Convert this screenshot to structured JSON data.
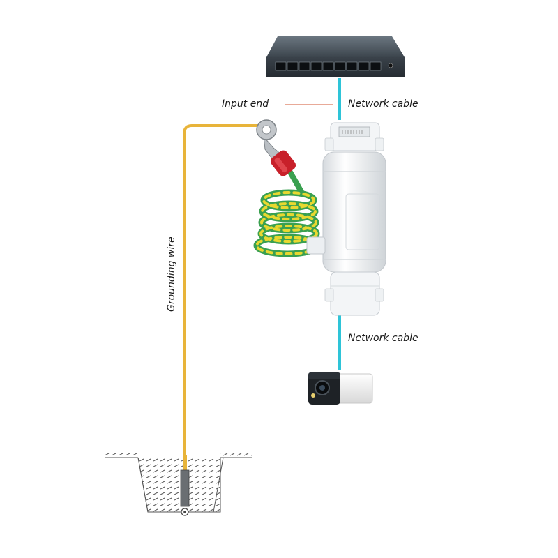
{
  "labels": {
    "input_end": "Input end",
    "network_cable_top": "Network cable",
    "network_cable_bottom": "Network cable",
    "grounding_wire": "Grounding wire"
  },
  "colors": {
    "network_cable": "#2ec4d8",
    "ground_wire": "#e8b43a",
    "leader_line": "#d9775a",
    "coil_yellow": "#e8d830",
    "coil_green": "#3aa050",
    "lug_red": "#c8202a",
    "switch_body": "#4a5560",
    "surge_body": "#f4f6f8",
    "camera_body": "#f2f2f2",
    "soil_lines": "#555555"
  },
  "icons": [
    "network-switch-icon",
    "surge-protector-icon",
    "ring-terminal-icon",
    "coiled-ground-wire-icon",
    "security-camera-icon",
    "ground-rod-icon"
  ]
}
